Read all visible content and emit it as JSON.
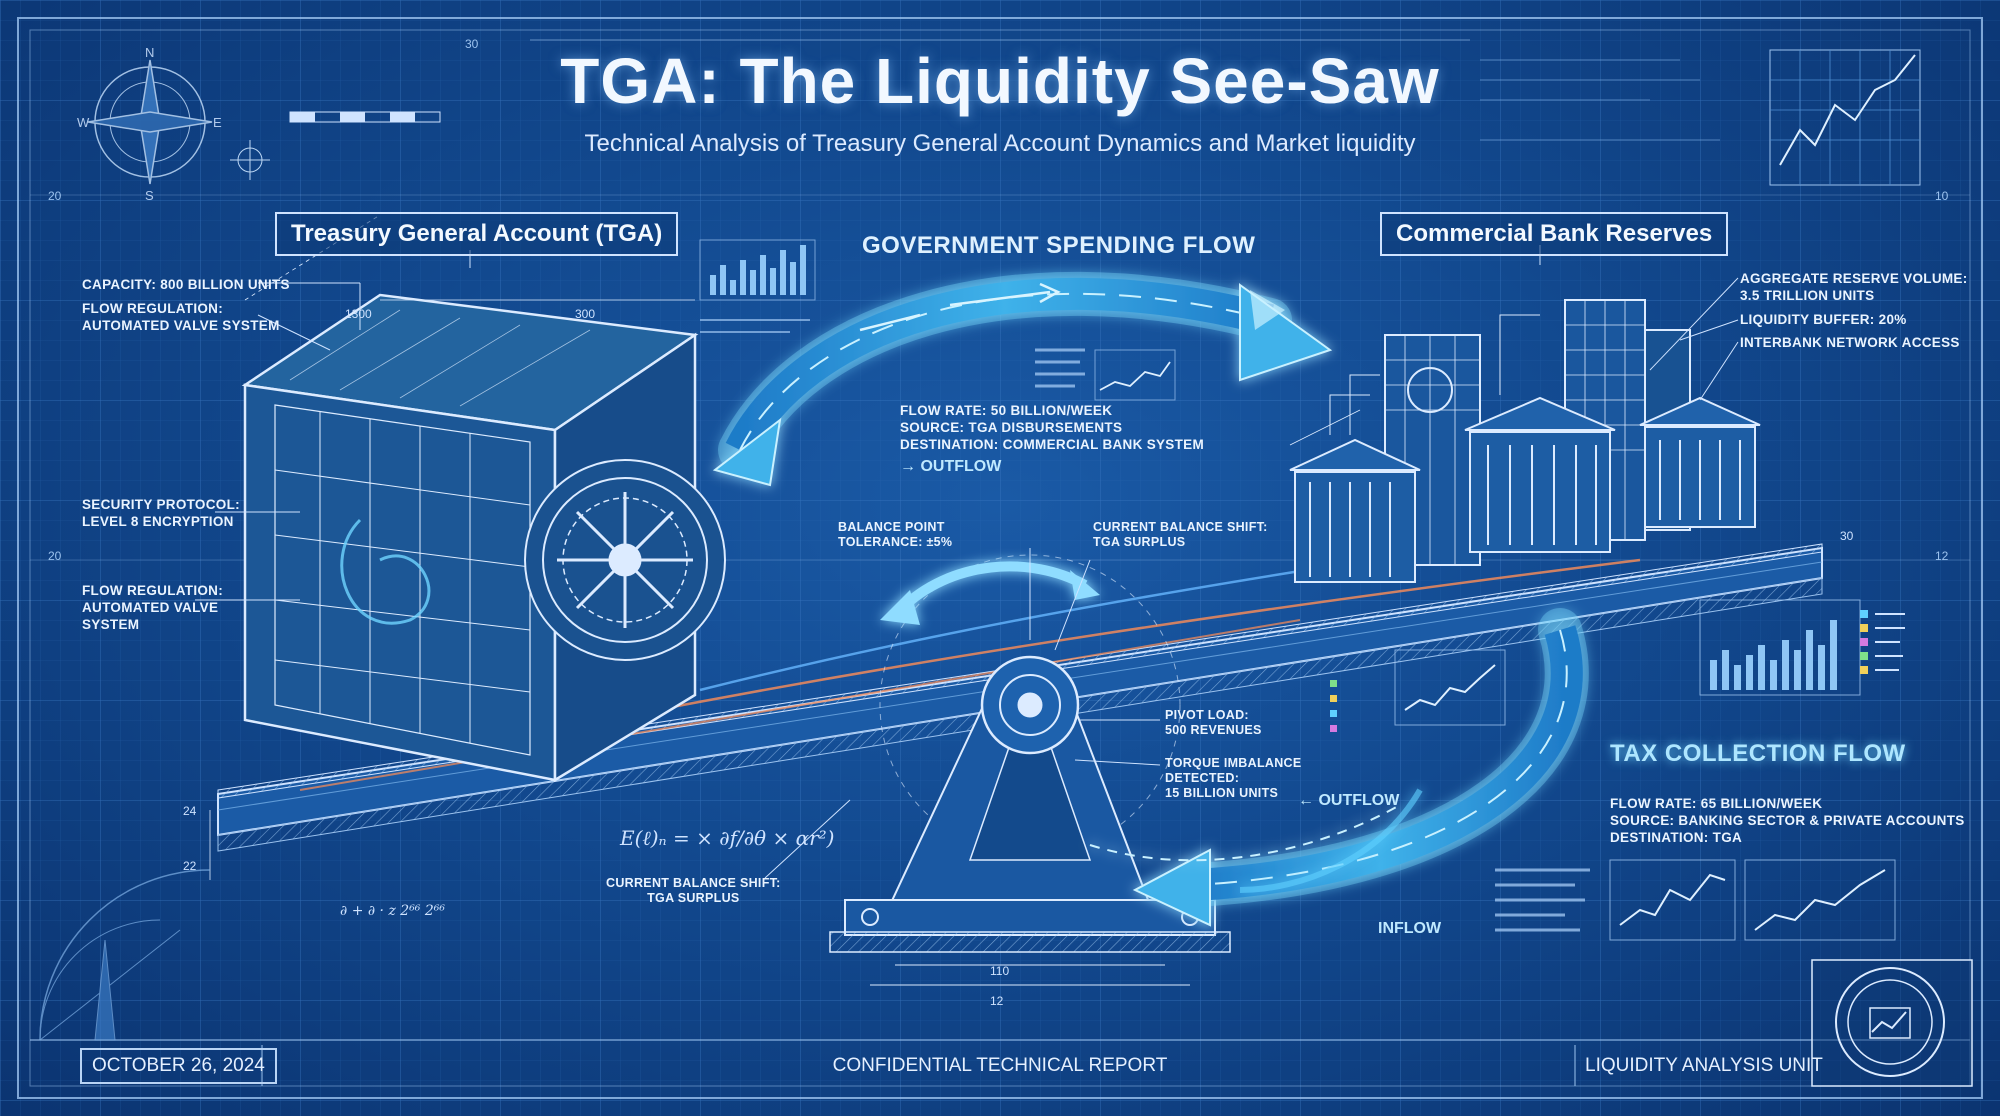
{
  "header": {
    "title": "TGA: The Liquidity See-Saw",
    "subtitle": "Technical Analysis of Treasury General Account Dynamics and Market liquidity"
  },
  "tga": {
    "label": "Treasury General Account (TGA)",
    "capacity": "CAPACITY: 800 BILLION UNITS",
    "flow_reg_1": "FLOW REGULATION:",
    "flow_reg_2": "AUTOMATED VALVE SYSTEM",
    "security_1": "SECURITY PROTOCOL:",
    "security_2": "LEVEL 8 ENCRYPTION",
    "flow_reg2_1": "FLOW REGULATION:",
    "flow_reg2_2": "AUTOMATED VALVE",
    "flow_reg2_3": "SYSTEM"
  },
  "banks": {
    "label": "Commercial Bank Reserves",
    "reserve_1": "AGGREGATE RESERVE VOLUME:",
    "reserve_2": "3.5 TRILLION UNITS",
    "buffer": "LIQUIDITY BUFFER: 20%",
    "network": "INTERBANK NETWORK ACCESS"
  },
  "spending": {
    "title": "GOVERNMENT SPENDING FLOW",
    "rate": "FLOW RATE: 50 BILLION/WEEK",
    "source": "SOURCE: TGA DISBURSEMENTS",
    "destination": "DESTINATION: COMMERCIAL BANK SYSTEM",
    "tag": "→ OUTFLOW"
  },
  "tax": {
    "title": "TAX COLLECTION FLOW",
    "rate": "FLOW RATE: 65 BILLION/WEEK",
    "source": "SOURCE: BANKING SECTOR & PRIVATE ACCOUNTS",
    "destination": "DESTINATION: TGA",
    "outflow_tag": "← OUTFLOW",
    "inflow_tag": "INFLOW"
  },
  "pivot": {
    "balance_1": "BALANCE POINT",
    "balance_2": "TOLERANCE: ±5%",
    "shift_1": "CURRENT BALANCE SHIFT:",
    "shift_2": "TGA SURPLUS",
    "load_1": "PIVOT LOAD:",
    "load_2": "500 REVENUES",
    "torque_1": "TORQUE IMBALANCE",
    "torque_2": "DETECTED:",
    "torque_3": "15 BILLION UNITS",
    "shift_low_1": "CURRENT BALANCE SHIFT:",
    "shift_low_2": "TGA SURPLUS"
  },
  "footer": {
    "date": "OCTOBER 26, 2024",
    "center": "CONFIDENTIAL TECHNICAL REPORT",
    "unit": "LIQUIDITY ANALYSIS UNIT"
  },
  "colors": {
    "background": "#12498f",
    "line": "#cfe3ff",
    "flow_glow": "#7fe0ff",
    "accent_orange": "#f08a5a"
  }
}
